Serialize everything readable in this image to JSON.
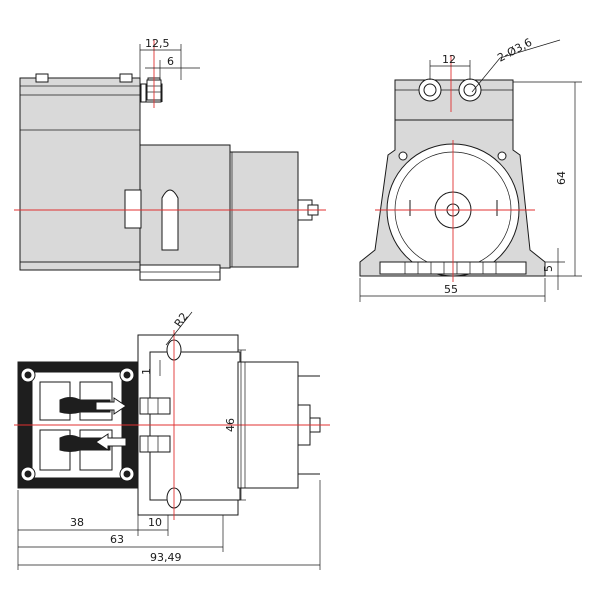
{
  "dimensions": {
    "d_12_5": "12,5",
    "d_6": "6",
    "d_12": "12",
    "d_2_phi_3_6": "2-Ø3,6",
    "d_64": "64",
    "d_5": "5",
    "d_55": "55",
    "d_R2": "R2",
    "d_1": "1",
    "d_46": "46",
    "d_38": "38",
    "d_10": "10",
    "d_63": "63",
    "d_93_49": "93,49"
  },
  "colors": {
    "line": "#1a1a1a",
    "centerline": "#e03030",
    "body_fill": "#d9d9d9",
    "dark_fill": "#1e1e1e"
  },
  "views": [
    "side-view",
    "front-view",
    "top-view"
  ]
}
